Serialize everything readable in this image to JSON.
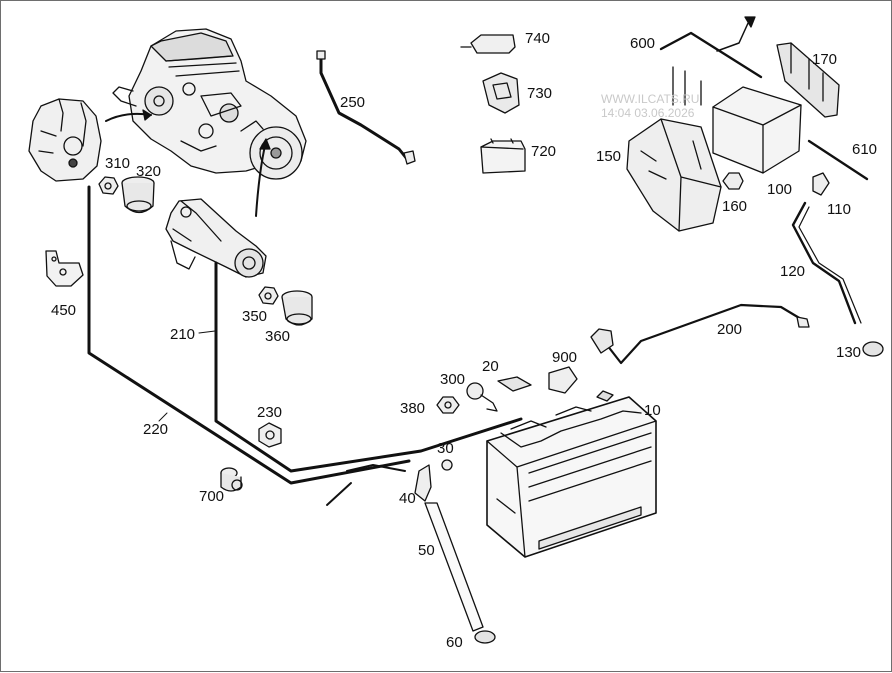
{
  "watermark": {
    "site": "WWW.ILCATS.RU",
    "stamp": "14:04 03.06.2026"
  },
  "callouts": {
    "c10": "10",
    "c20": "20",
    "c30": "30",
    "c40": "40",
    "c50": "50",
    "c60": "60",
    "c100": "100",
    "c110": "110",
    "c120": "120",
    "c130": "130",
    "c150": "150",
    "c160": "160",
    "c170": "170",
    "c200": "200",
    "c210": "210",
    "c220": "220",
    "c230": "230",
    "c250": "250",
    "c300": "300",
    "c310": "310",
    "c320": "320",
    "c350": "350",
    "c360": "360",
    "c380": "380",
    "c450": "450",
    "c600": "600",
    "c610": "610",
    "c700": "700",
    "c720": "720",
    "c730": "730",
    "c740": "740",
    "c900": "900"
  }
}
